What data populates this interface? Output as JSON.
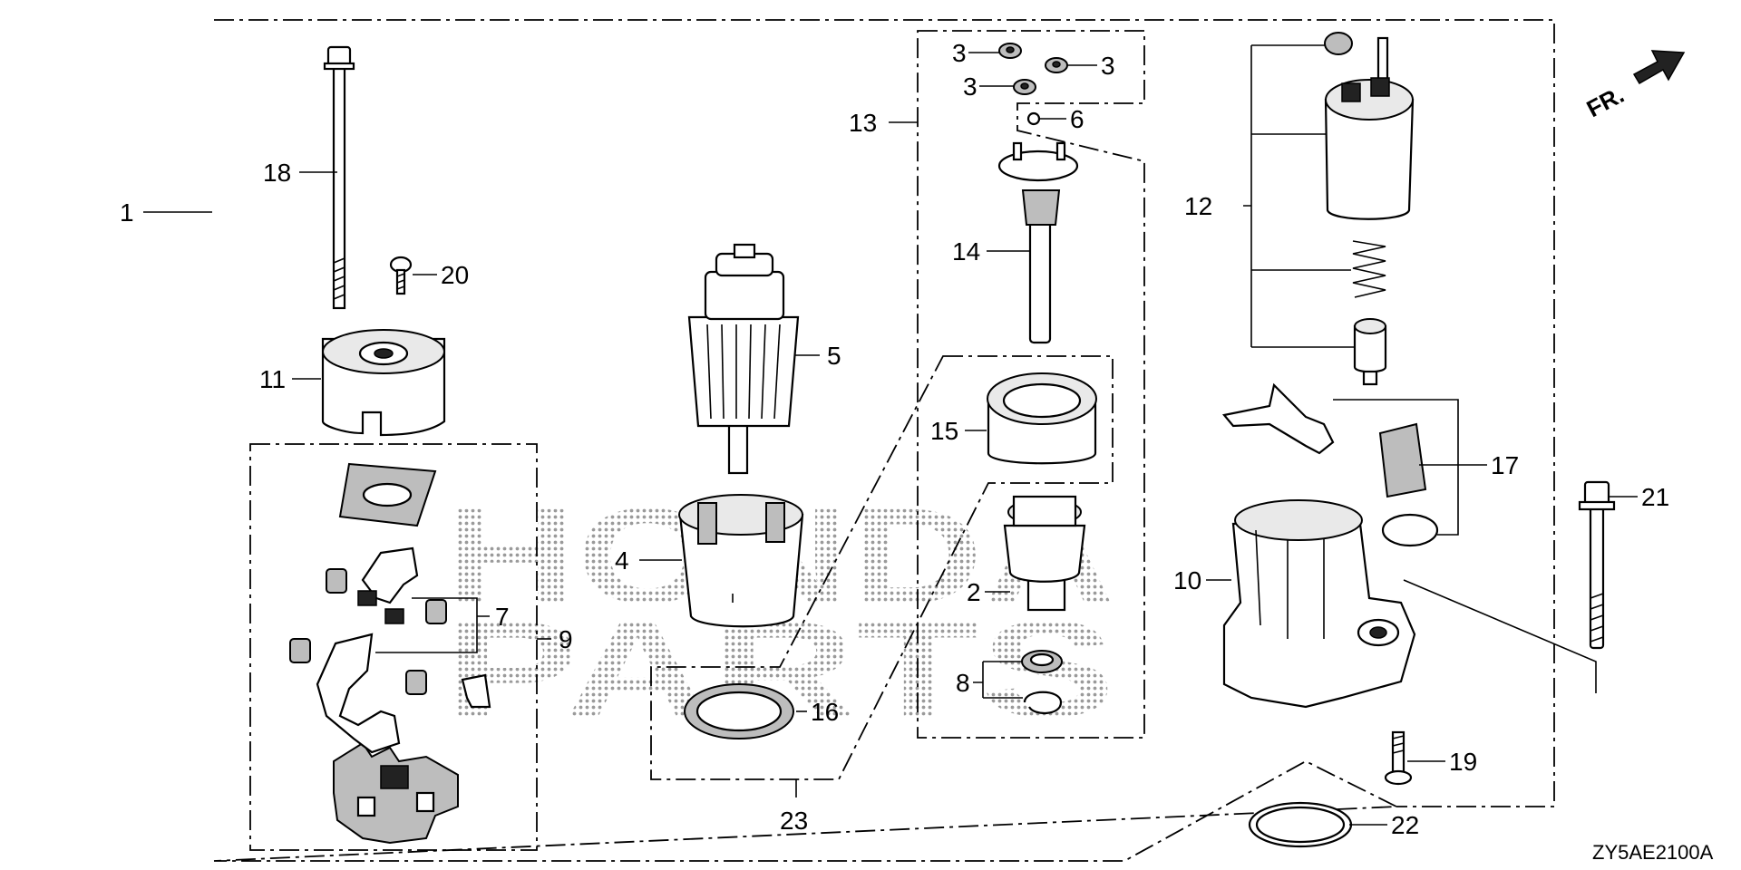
{
  "diagram": {
    "drawing_code": "ZY5AE2100A",
    "front_marker": "FR.",
    "watermark": [
      "HONDA",
      "PARTS"
    ],
    "callouts": {
      "c1": "1",
      "c2": "2",
      "c3a": "3",
      "c3b": "3",
      "c3c": "3",
      "c4": "4",
      "c5": "5",
      "c6": "6",
      "c7": "7",
      "c8": "8",
      "c9": "9",
      "c10": "10",
      "c11": "11",
      "c12": "12",
      "c13": "13",
      "c14": "14",
      "c15": "15",
      "c16": "16",
      "c17": "17",
      "c18": "18",
      "c19": "19",
      "c20": "20",
      "c21": "21",
      "c22": "22",
      "c23": "23"
    }
  }
}
